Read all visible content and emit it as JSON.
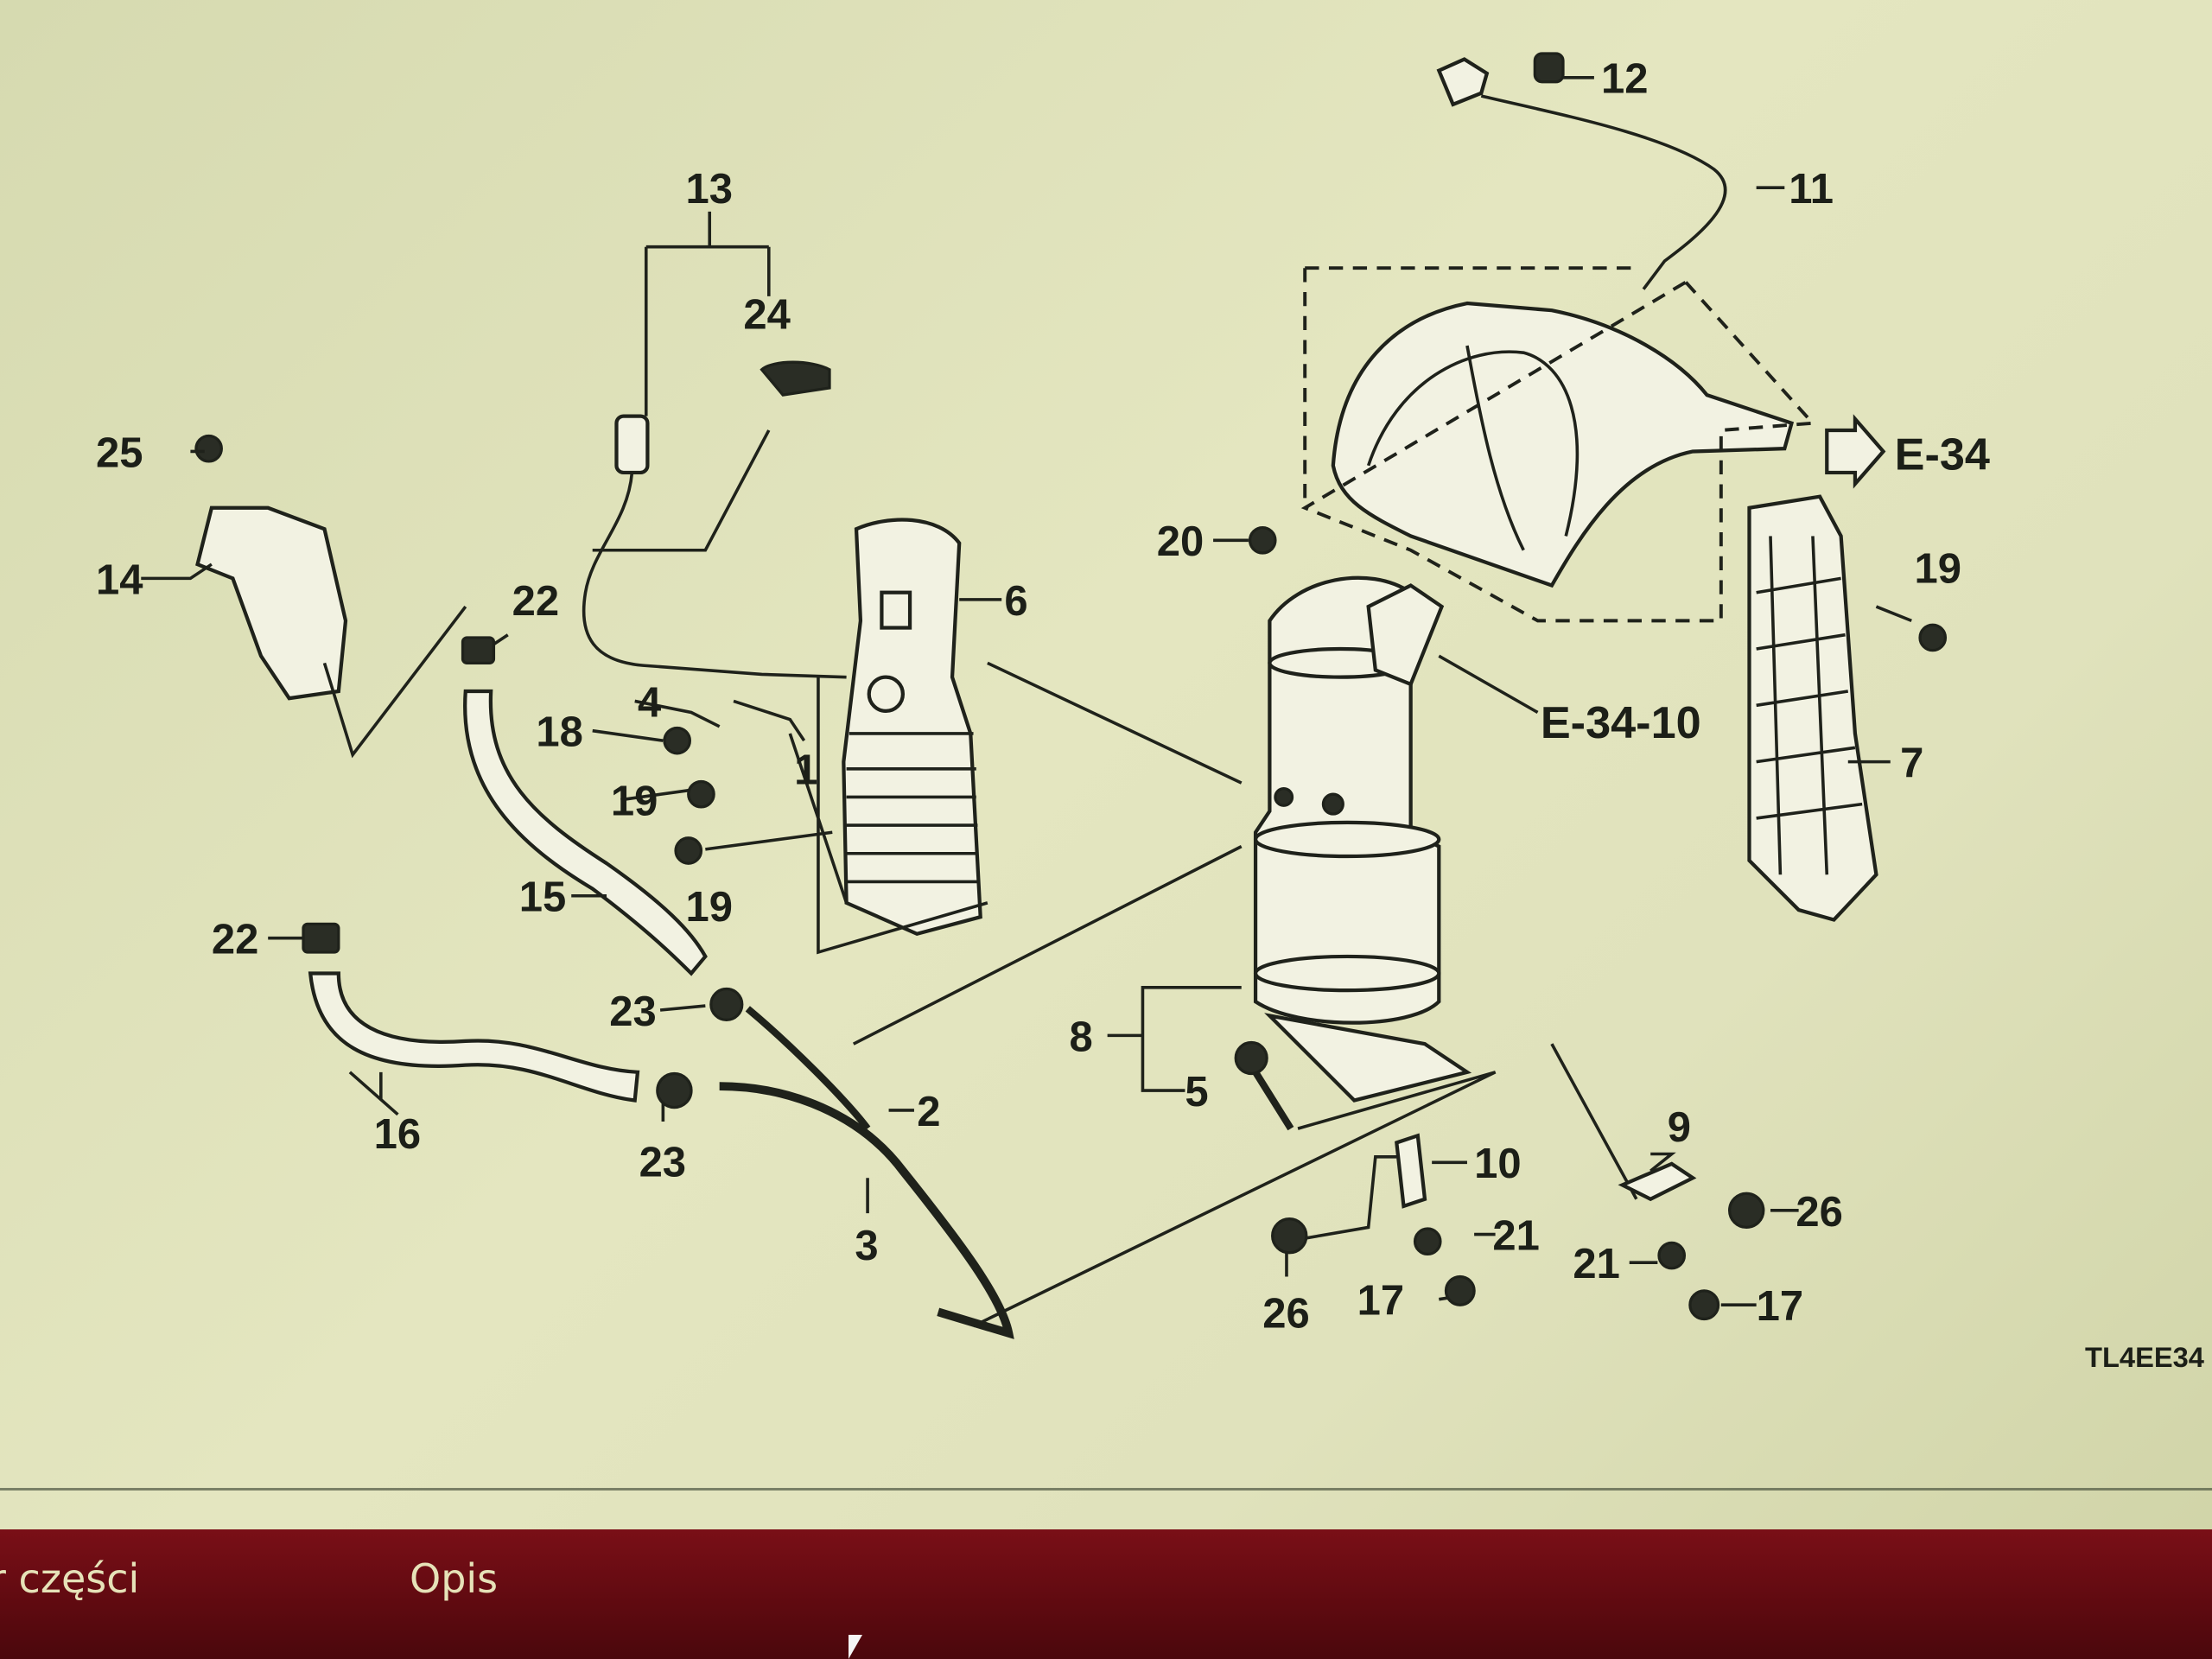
{
  "diagram": {
    "code": "TL4EE34",
    "refs": {
      "e34": "E-34",
      "e3410": "E-34-10"
    },
    "callouts": [
      "12",
      "11",
      "13",
      "24",
      "25",
      "14",
      "22",
      "6",
      "20",
      "19",
      "4",
      "18",
      "1",
      "19",
      "7",
      "19",
      "15",
      "22",
      "23",
      "8",
      "5",
      "2",
      "16",
      "9",
      "10",
      "23",
      "3",
      "26",
      "21",
      "21",
      "26",
      "17",
      "17"
    ]
  },
  "bottom_bar": {
    "columns": [
      "r części",
      "Opis"
    ],
    "color": "#5e0a10"
  }
}
